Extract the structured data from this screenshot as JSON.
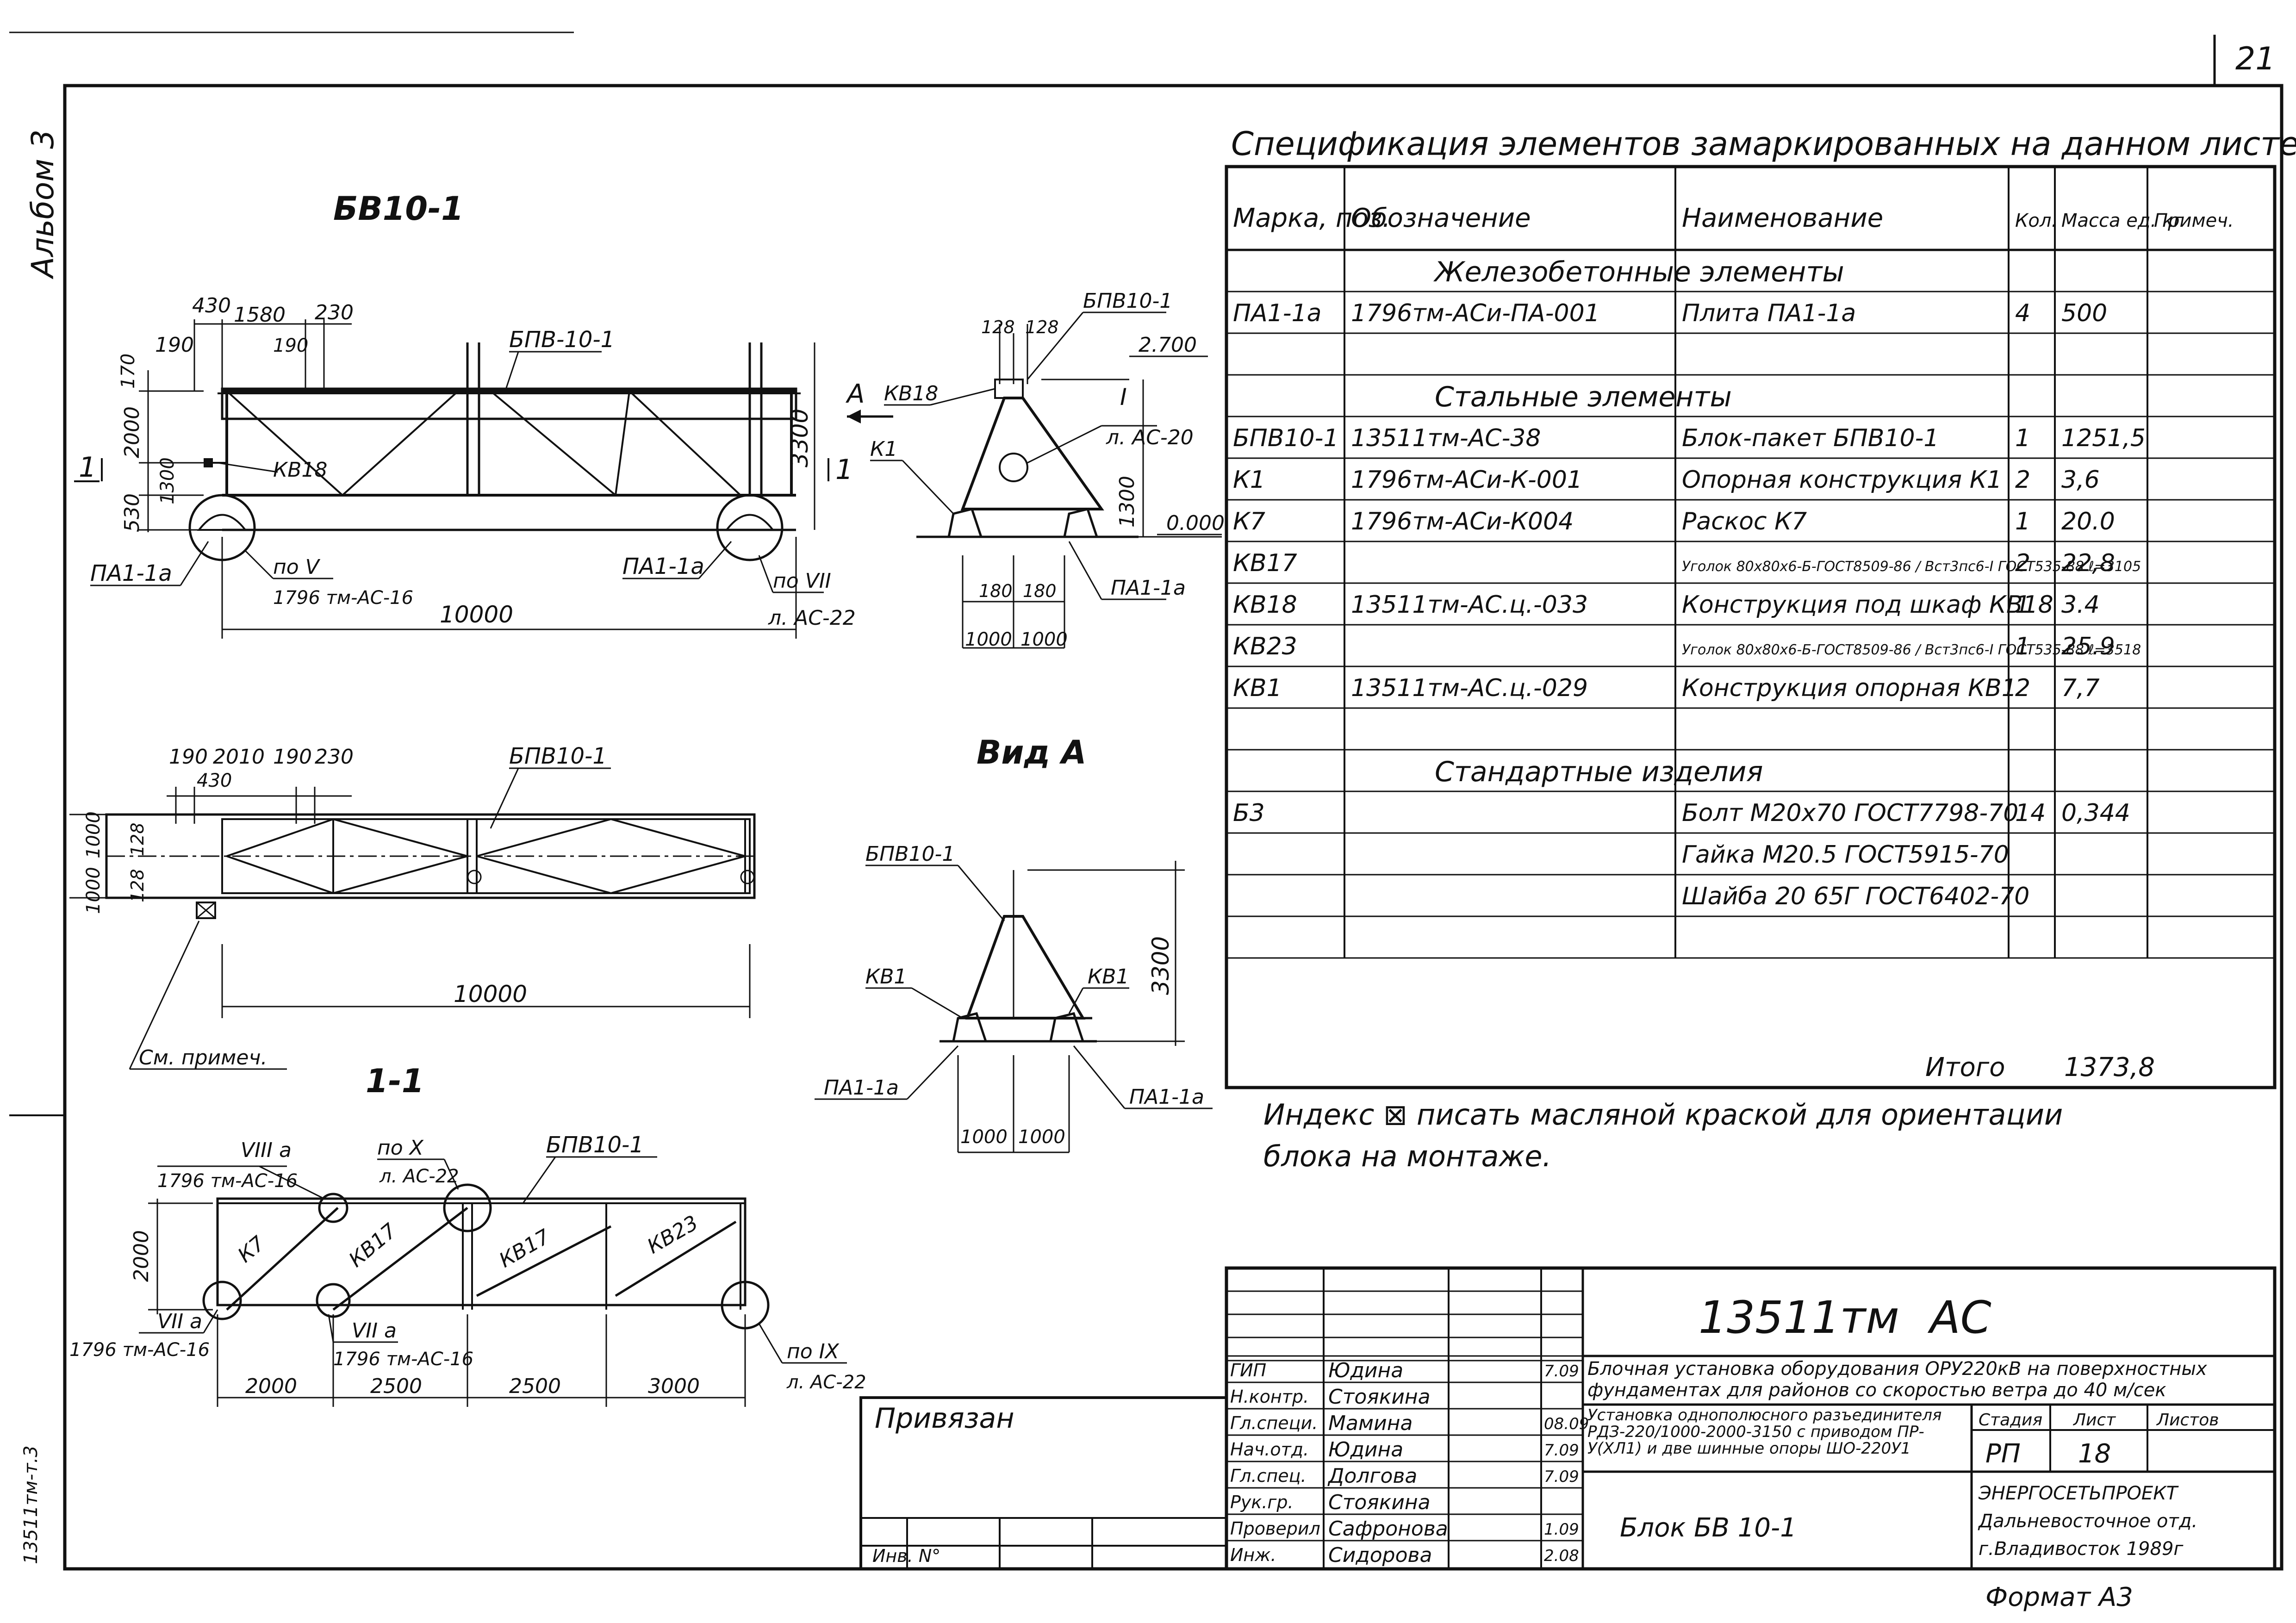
{
  "page_number": "21",
  "album_label": "Альбом 3",
  "side_code": "13511тм-т.3",
  "views": {
    "main_title": "БВ10-1",
    "section_title": "1-1",
    "view_a_title": "Вид А",
    "frame_label": "БПВ-10-1",
    "frame_label2": "БПВ10-1",
    "kv18": "КВ18",
    "kv1": "КВ1",
    "k1": "К1",
    "k7": "К7",
    "kv17": "КВ17",
    "kv23": "КВ23",
    "plate": "ПА1-1а",
    "arrow_a": "А",
    "ref_v": "по V",
    "ref_v_doc": "1796 тм-АС-16",
    "ref_vii": "по VII",
    "ref_vii_doc": "л. АС-22",
    "ref_x": "по X",
    "ref_x_doc": "л. АС-22",
    "ref_viii": "VIII а",
    "ref_viii_doc": "1796 тм-АС-16",
    "ref_vii_a": "VII а",
    "ref_vii_a_doc": "1796 тм-АС-16",
    "ref_vii_b": "VII а",
    "ref_vii_b_doc": "1796 тм-АС-16",
    "ref_ix": "по IX",
    "ref_ix_doc": "л. АС-22",
    "ref_i": "I",
    "ref_i_doc": "л. АС-20",
    "see_note": "См. примеч.",
    "section_mark": "1",
    "dims": {
      "d430": "430",
      "d1580": "1580",
      "d230": "230",
      "d190": "190",
      "d190b": "190",
      "d170": "170",
      "d2000": "2000",
      "d1300": "1300",
      "d530": "530",
      "d3300": "3300",
      "d10000": "10000",
      "d128a": "128",
      "d128b": "128",
      "d2700": "2.700",
      "d000": "0.000",
      "d1300v": "1300",
      "d180a": "180",
      "d180b": "180",
      "d1000a": "1000",
      "d1000b": "1000",
      "p190": "190",
      "p2010": "2010",
      "p190b": "190",
      "p230": "230",
      "p430": "430",
      "p1000a": "1000",
      "p128a": "128",
      "p1000b": "1000",
      "p128b": "128",
      "p10000": "10000",
      "v3300": "3300",
      "v1000a": "1000",
      "v1000b": "1000",
      "s2000v": "2000",
      "s2000": "2000",
      "s2500a": "2500",
      "s2500b": "2500",
      "s3000": "3000"
    }
  },
  "spec": {
    "title": "Спецификация элементов замаркированных на данном листе",
    "headers": [
      "Марка, поз.",
      "Обозначение",
      "Наименование",
      "Кол.",
      "Масса ед. кг",
      "Примеч."
    ],
    "sections": [
      {
        "name": "Железобетонные элементы",
        "rows": [
          [
            "ПА1-1а",
            "1796тм-АСи-ПА-001",
            "Плита ПА1-1а",
            "4",
            "500",
            ""
          ]
        ]
      },
      {
        "name": "Стальные элементы",
        "rows": [
          [
            "БПВ10-1",
            "13511тм-АС-38",
            "Блок-пакет БПВ10-1",
            "1",
            "1251,5",
            ""
          ],
          [
            "К1",
            "1796тм-АСи-К-001",
            "Опорная конструкция К1",
            "2",
            "3,6",
            ""
          ],
          [
            "К7",
            "1796тм-АСи-К004",
            "Раскос К7",
            "1",
            "20.0",
            ""
          ],
          [
            "КВ17",
            "",
            "Уголок 80x80x6-Б-ГОСТ8509-86 / Вст3пс6-I ГОСТ535-88 ℓ=3105",
            "2",
            "22,8",
            ""
          ],
          [
            "КВ18",
            "13511тм-АС.ц.-033",
            "Конструкция под шкаф КВ18",
            "1",
            "3.4",
            ""
          ],
          [
            "КВ23",
            "",
            "Уголок 80x80x6-Б-ГОСТ8509-86 / Вст3пс6-I ГОСТ535-88 ℓ=3518",
            "1",
            "25.9",
            ""
          ],
          [
            "КВ1",
            "13511тм-АС.ц.-029",
            "Конструкция опорная КВ1",
            "2",
            "7,7",
            ""
          ]
        ]
      },
      {
        "name": "Стандартные изделия",
        "rows": [
          [
            "Б3",
            "",
            "Болт М20x70 ГОСТ7798-70",
            "14",
            "0,344",
            ""
          ],
          [
            "",
            "",
            "Гайка М20.5 ГОСТ5915-70",
            "",
            "",
            ""
          ],
          [
            "",
            "",
            "Шайба 20 65Г ГОСТ6402-70",
            "",
            "",
            ""
          ]
        ]
      }
    ],
    "total_label": "Итого",
    "total_value": "1373,8"
  },
  "note": {
    "line1": "Индекс ⊠ писать масляной краской для ориентации",
    "line2": "блока на монтаже."
  },
  "stamp": {
    "doc_code": "13511тм",
    "doc_suffix": "АС",
    "project": "Блочная установка оборудования ОРУ220кВ на поверхностных фундаментах для районов со скоростью ветра до 40 м/сек",
    "sheet_desc": "Установка однополюсного разъединителя РДЗ-220/1000-2000-3150 с приводом ПР-У(ХЛ1) и две шинные опоры ШО-220У1",
    "block": "Блок БВ 10-1",
    "stage_label": "Стадия",
    "sheet_label": "Лист",
    "sheets_label": "Листов",
    "stage": "РП",
    "sheet": "18",
    "org1": "ЭНЕРГОСЕТЬПРОЕКТ",
    "org2": "Дальневосточное отд.",
    "org3": "г.Владивосток 1989г",
    "bound": "Привязан",
    "inv": "Инв. N°",
    "format": "Формат А3",
    "people": [
      {
        "role": "ГИП",
        "name": "Юдина",
        "date": "7.09"
      },
      {
        "role": "Н.контр.",
        "name": "Стоякина",
        "date": ""
      },
      {
        "role": "Гл.специ.",
        "name": "Мамина",
        "date": "08.09"
      },
      {
        "role": "Нач.отд.",
        "name": "Юдина",
        "date": "7.09"
      },
      {
        "role": "Гл.спец.",
        "name": "Долгова",
        "date": "7.09"
      },
      {
        "role": "Рук.гр.",
        "name": "Стоякина",
        "date": ""
      },
      {
        "role": "Проверил",
        "name": "Сафронова",
        "date": "1.09"
      },
      {
        "role": "Инж.",
        "name": "Сидорова",
        "date": "2.08"
      }
    ]
  }
}
